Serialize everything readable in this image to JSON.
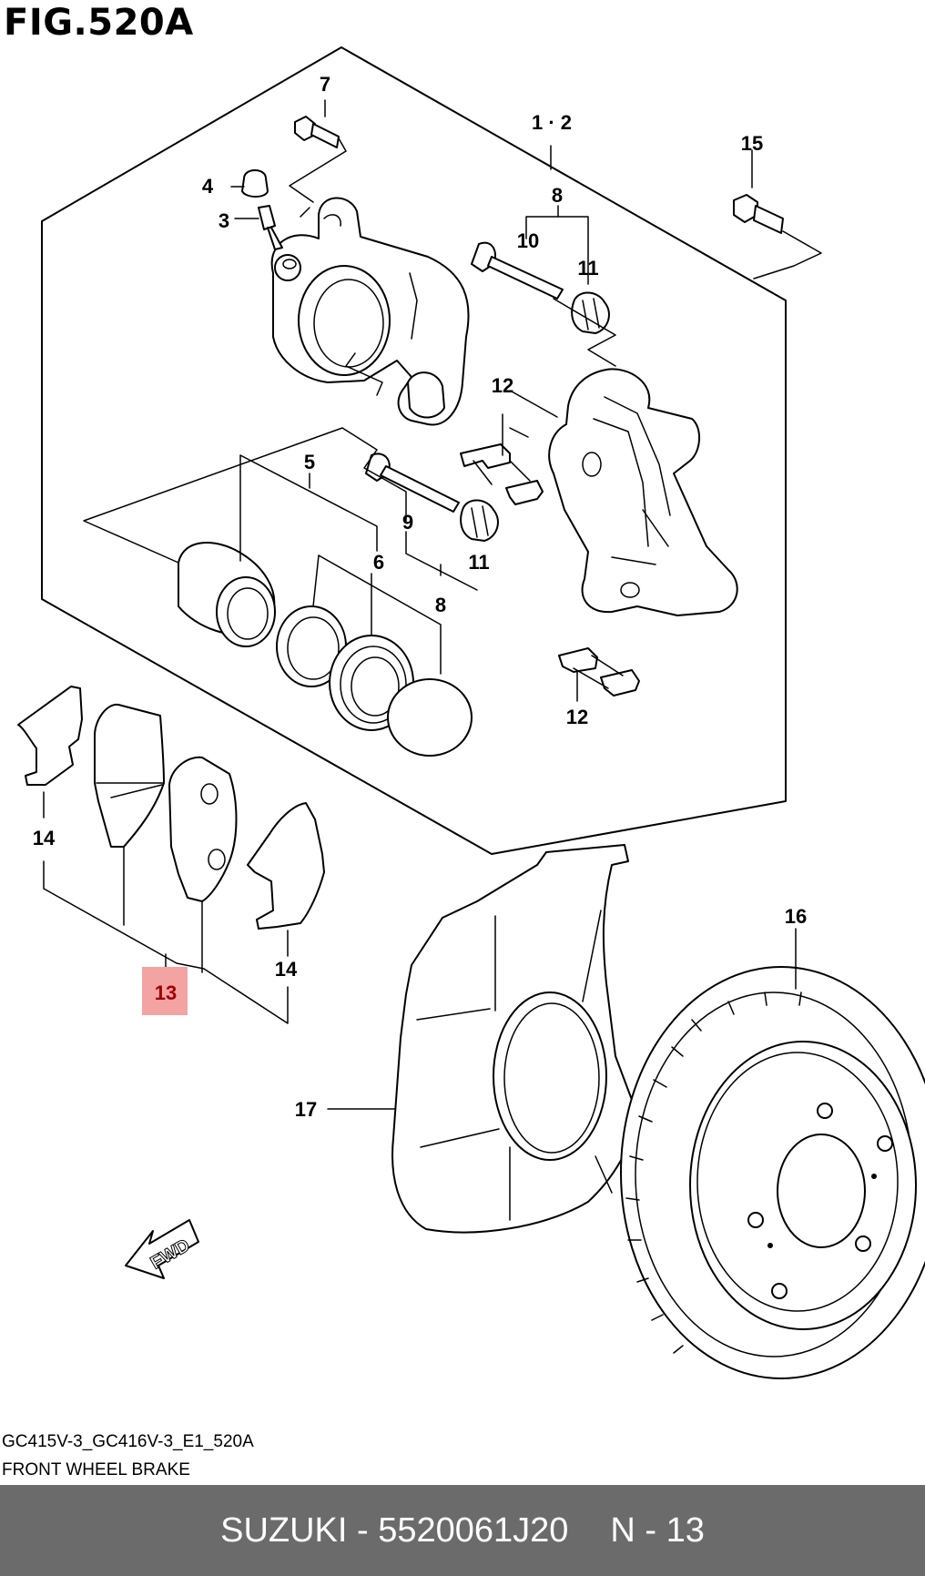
{
  "figure": {
    "title": "FIG.520A",
    "code": "GC415V-3_GC416V-3_E1_520A",
    "caption": "FRONT WHEEL BRAKE",
    "highlight_color": "#f4a3a3",
    "bar_color": "#6b6b6b"
  },
  "callouts": {
    "c1": "1 · 2",
    "c3": "3",
    "c4": "4",
    "c5": "5",
    "c6": "6",
    "c7": "7",
    "c8a": "8",
    "c8b": "8",
    "c9": "9",
    "c10": "10",
    "c11a": "11",
    "c11b": "11",
    "c12a": "12",
    "c12b": "12",
    "c13": "13",
    "c14a": "14",
    "c14b": "14",
    "c15": "15",
    "c16": "16",
    "c17": "17"
  },
  "arrow": {
    "label": "FWD"
  },
  "bar": {
    "part_number": "SUZUKI - 5520061J20",
    "position": "N - 13"
  }
}
